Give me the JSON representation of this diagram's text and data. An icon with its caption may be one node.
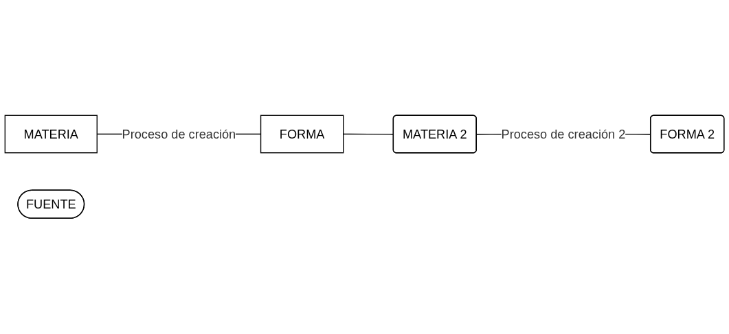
{
  "diagram": {
    "nodes": [
      {
        "text": [
          "MATERIA"
        ]
      },
      {
        "text": [
          "FORMA"
        ]
      },
      {
        "text": [
          "FUENTE"
        ]
      },
      {
        "text": [
          "MATERIA 2"
        ]
      },
      {
        "text": [
          "FORMA 2"
        ]
      }
    ],
    "edges": [
      {
        "from": 0,
        "to": 1,
        "arrow": "none",
        "label": "Proceso de creación"
      },
      {
        "from": 1,
        "to": 3,
        "arrow": "none"
      },
      {
        "from": 3,
        "to": 4,
        "arrow": "none",
        "label": "Proceso de creación 2"
      }
    ]
  }
}
